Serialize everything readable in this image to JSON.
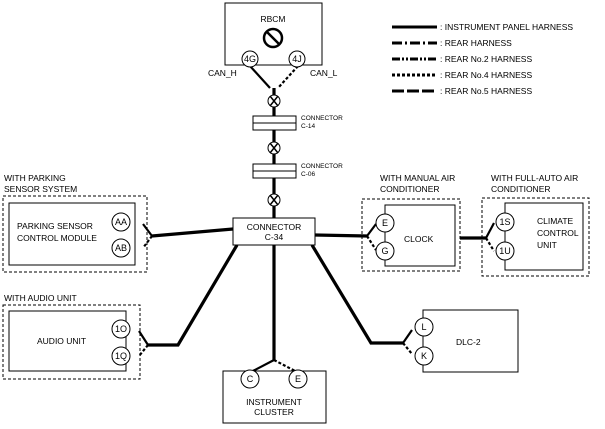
{
  "legend": [
    {
      "label": ": INSTRUMENT PANEL HARNESS",
      "style": "solid"
    },
    {
      "label": ": REAR HARNESS",
      "style": "dashdot"
    },
    {
      "label": ": REAR No.2 HARNESS",
      "style": "dashdotdot"
    },
    {
      "label": ": REAR No.4 HARNESS",
      "style": "dotted"
    },
    {
      "label": ": REAR No.5 HARNESS",
      "style": "longdash"
    }
  ],
  "rbcm": {
    "title": "RBCM",
    "pin_4g": "4G",
    "pin_4j": "4J",
    "can_h": "CAN_H",
    "can_l": "CAN_L"
  },
  "connector_c14": {
    "line1": "CONNECTOR",
    "line2": "C-14"
  },
  "connector_c06": {
    "line1": "CONNECTOR",
    "line2": "C-06"
  },
  "connector_c34": {
    "line1": "CONNECTOR",
    "line2": "C-34"
  },
  "parking": {
    "group_line1": "WITH PARKING",
    "group_line2": "SENSOR SYSTEM",
    "module_line1": "PARKING SENSOR",
    "module_line2": "CONTROL MODULE",
    "pin_aa": "AA",
    "pin_ab": "AB"
  },
  "audio": {
    "group": "WITH AUDIO UNIT",
    "module": "AUDIO UNIT",
    "pin_1o": "1O",
    "pin_1q": "1Q"
  },
  "clock": {
    "group_line1": "WITH MANUAL AIR",
    "group_line2": "CONDITIONER",
    "module": "CLOCK",
    "pin_e": "E",
    "pin_g": "G"
  },
  "climate": {
    "group_line1": "WITH FULL-AUTO AIR",
    "group_line2": "CONDITIONER",
    "module_line1": "CLIMATE",
    "module_line2": "CONTROL",
    "module_line3": "UNIT",
    "pin_1s": "1S",
    "pin_1u": "1U"
  },
  "dlc": {
    "module": "DLC-2",
    "pin_l": "L",
    "pin_k": "K"
  },
  "cluster": {
    "line1": "INSTRUMENT",
    "line2": "CLUSTER",
    "pin_c": "C",
    "pin_e": "E"
  }
}
